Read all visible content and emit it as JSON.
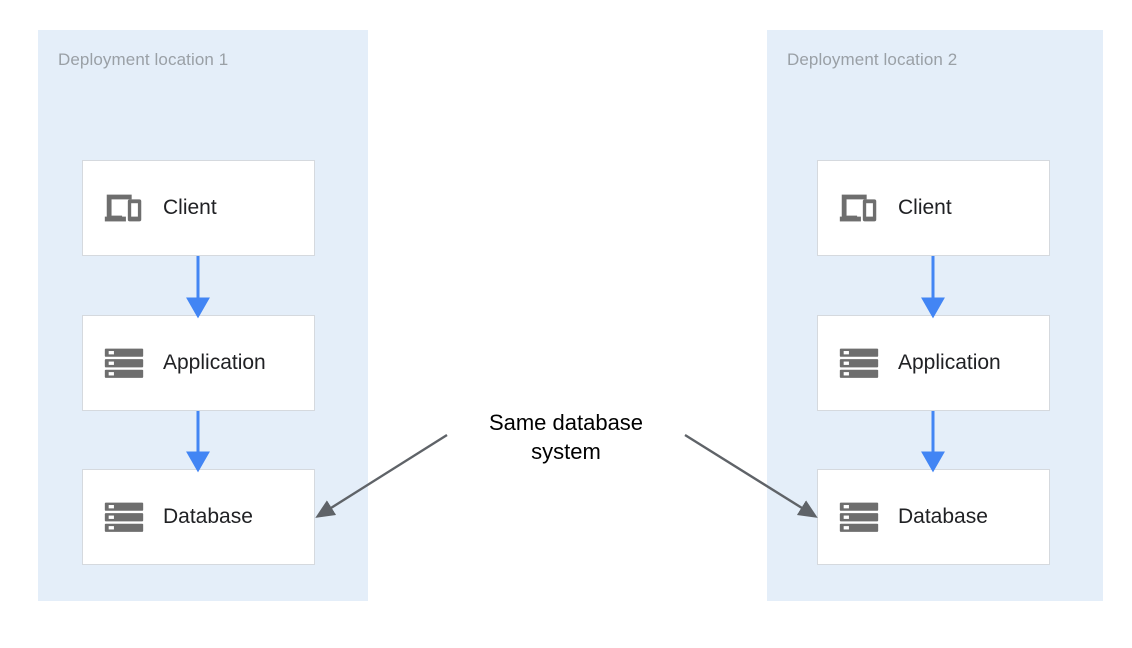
{
  "diagram": {
    "title": "Same database system across two deployment locations",
    "background": "#ffffff",
    "zone_fill": "#e4eef9",
    "box_fill": "#ffffff",
    "box_border": "#d5d9de",
    "flow_arrow_color": "#4285f4",
    "annotation_arrow_color": "#5f6368",
    "icon_color": "#6e6e6e",
    "label_color": "#202124",
    "zone_title_color": "#9aa0a6"
  },
  "zones": [
    {
      "id": "zone-1",
      "title": "Deployment location 1",
      "nodes": [
        {
          "id": "client-1",
          "label": "Client",
          "icon": "devices-icon"
        },
        {
          "id": "application-1",
          "label": "Application",
          "icon": "server-stack-icon"
        },
        {
          "id": "database-1",
          "label": "Database",
          "icon": "server-stack-icon"
        }
      ],
      "flows": [
        {
          "from": "client-1",
          "to": "application-1"
        },
        {
          "from": "application-1",
          "to": "database-1"
        }
      ]
    },
    {
      "id": "zone-2",
      "title": "Deployment location 2",
      "nodes": [
        {
          "id": "client-2",
          "label": "Client",
          "icon": "devices-icon"
        },
        {
          "id": "application-2",
          "label": "Application",
          "icon": "server-stack-icon"
        },
        {
          "id": "database-2",
          "label": "Database",
          "icon": "server-stack-icon"
        }
      ],
      "flows": [
        {
          "from": "client-2",
          "to": "application-2"
        },
        {
          "from": "application-2",
          "to": "database-2"
        }
      ]
    }
  ],
  "annotation": {
    "text": "Same database\nsystem",
    "points_to": [
      "database-1",
      "database-2"
    ]
  }
}
